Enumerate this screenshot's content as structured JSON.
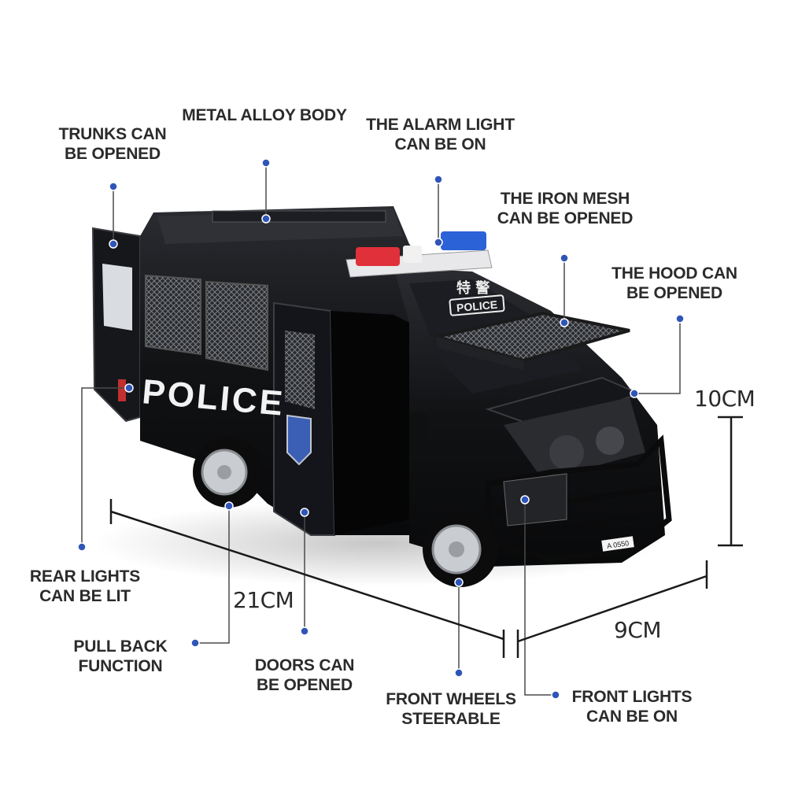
{
  "product": {
    "side_text": "POLICE",
    "roof_text": "POLICE",
    "roof_chinese": "特 警",
    "plate": "A 0550"
  },
  "features": {
    "trunks": [
      "TRUNKS CAN",
      "BE OPENED"
    ],
    "metal_body": [
      "METAL ALLOY BODY"
    ],
    "alarm_light": [
      "THE ALARM LIGHT",
      "CAN BE ON"
    ],
    "iron_mesh": [
      "THE IRON MESH",
      "CAN BE OPENED"
    ],
    "hood": [
      "THE HOOD CAN",
      "BE OPENED"
    ],
    "rear_lights": [
      "REAR LIGHTS",
      "CAN BE LIT"
    ],
    "pull_back": [
      "PULL BACK",
      "FUNCTION"
    ],
    "doors": [
      "DOORS CAN",
      "BE OPENED"
    ],
    "front_wheels": [
      "FRONT WHEELS",
      "STEERABLE"
    ],
    "front_lights": [
      "FRONT LIGHTS",
      "CAN BE ON"
    ]
  },
  "dimensions": {
    "height": "10CM",
    "length": "21CM",
    "width": "9CM"
  },
  "colors": {
    "dot": "#2f55b8",
    "leader": "#4a4a4a",
    "van_body": "#111214",
    "light_red": "#e0303a",
    "light_blue": "#2c62d8"
  }
}
